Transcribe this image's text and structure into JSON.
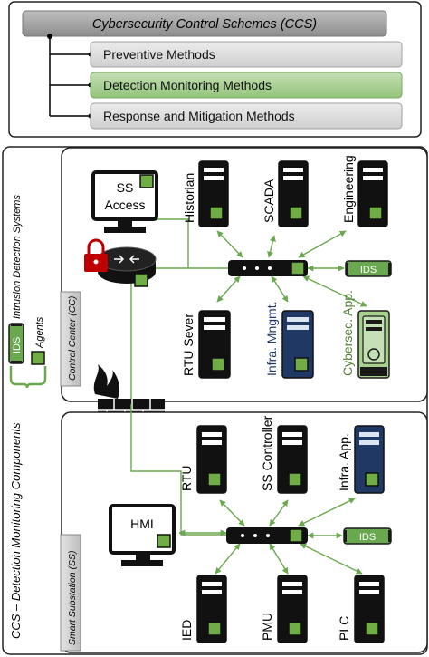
{
  "header": {
    "title": "Cybersecurity Control Schemes (CCS)",
    "methods": [
      "Preventive Methods",
      "Detection Monitoring Methods",
      "Response and Mitigation Methods"
    ],
    "highlighted_method_index": 1
  },
  "legend": {
    "title": "CCS – Detection Monitoring Components",
    "ids_label": "Intrusion Detection Systems",
    "agents_label": "Agents",
    "ids_tag": "IDS"
  },
  "control_center": {
    "label": "Control Center (CC)",
    "ss_access": "SS Access",
    "servers": [
      "Historian",
      "SCADA",
      "Engineering",
      "RTU Sever",
      "Infra. Mngmt.",
      "Cybersec. App."
    ],
    "ids_tag": "IDS"
  },
  "substation": {
    "label": "Smart Substation (SS)",
    "hmi": "HMI",
    "servers": [
      "RTU",
      "SS Controller",
      "Infra. App.",
      "IED",
      "PMU",
      "PLC"
    ],
    "ids_tag": "IDS"
  },
  "colors": {
    "accent_green": "#6aa84f",
    "agent_green": "#70ad47",
    "header_gray": "#a6a6a6",
    "method_gray": "#d9d9d9",
    "method_highlight": "#a9d18e",
    "infra_blue": "#1f3864",
    "cybersec_green": "#548235"
  }
}
